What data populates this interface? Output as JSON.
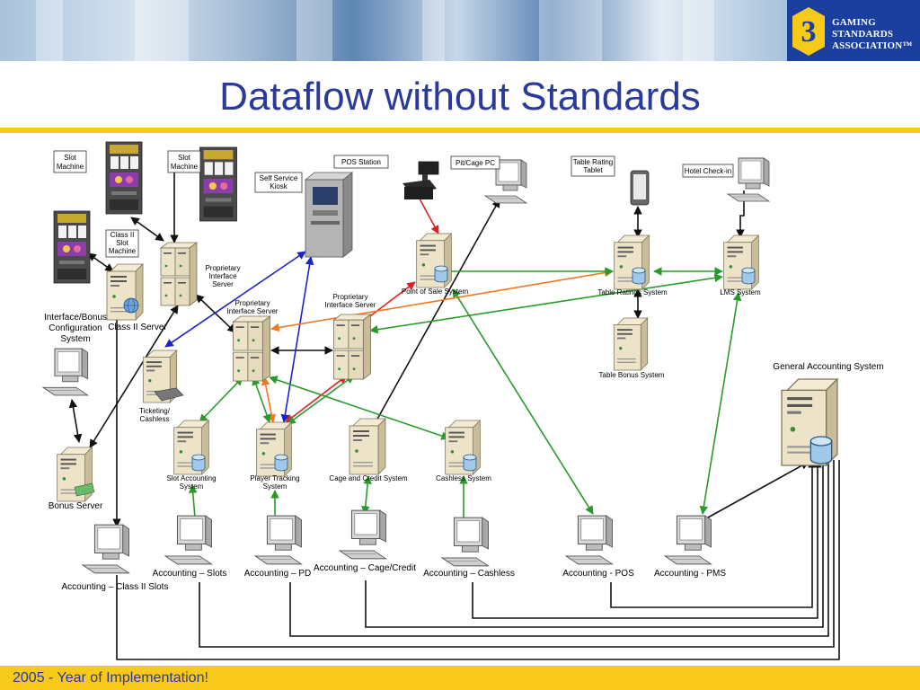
{
  "header": {
    "title": "Dataflow without Standards",
    "logo_text": [
      "GAMING",
      "STANDARDS",
      "ASSOCIATION™"
    ]
  },
  "footer": {
    "text": "2005 - Year of Implementation!"
  },
  "colors": {
    "title": "#2a3a9a",
    "accent_bar": "#f7c918",
    "logo_bg": "#1a3f9e",
    "link_black": "#111111",
    "link_green": "#2a9a2a",
    "link_orange": "#f07820",
    "link_blue": "#1a22c8",
    "link_red": "#e02020"
  },
  "diagram": {
    "callouts": {
      "slot_machine_1": [
        "Slot",
        "Machine"
      ],
      "slot_machine_2": [
        "Slot",
        "Machine"
      ],
      "class2_slot_machine": [
        "Class II",
        "Slot",
        "Machine"
      ],
      "self_service_kiosk": [
        "Self Service",
        "Kiosk"
      ],
      "pos_station": "POS Station",
      "pit_cage_pc": "Pit/Cage PC",
      "table_rating_tablet": [
        "Table Rating",
        "Tablet"
      ],
      "hotel_check_in": "Hotel Check-in"
    },
    "labels": {
      "proprietary_server_1": [
        "Proprietary",
        "Interface",
        "Server"
      ],
      "proprietary_server_2": [
        "Proprietary",
        "Interface Server"
      ],
      "proprietary_server_3": [
        "Proprietary",
        "Interface Server"
      ],
      "class2_server": "Class II Server",
      "interface_bonus": [
        "Interface/Bonus",
        "Configuration",
        "System"
      ],
      "ticketing_cashless": [
        "Ticketing/",
        "Cashless"
      ],
      "bonus_server": "Bonus Server",
      "point_of_sale_system": "Point of Sale System",
      "table_ratings_system": "Table Ratings System",
      "lms_system": "LMS System",
      "table_bonus_system": "Table Bonus System",
      "general_accounting_system": "General Accounting System",
      "slot_accounting_system": [
        "Slot Accounting",
        "System"
      ],
      "player_tracking_system": [
        "Player Tracking",
        "System"
      ],
      "cage_credit_system": "Cage and Credit System",
      "cashless_system": "Cashless System",
      "accounting_class2_slots": "Accounting – Class II Slots",
      "accounting_slots": "Accounting – Slots",
      "accounting_pd": "Accounting – PD",
      "accounting_cage_credit": "Accounting – Cage/Credit",
      "accounting_cashless": "Accounting – Cashless",
      "accounting_pos": "Accounting - POS",
      "accounting_pms": "Accounting - PMS"
    }
  }
}
